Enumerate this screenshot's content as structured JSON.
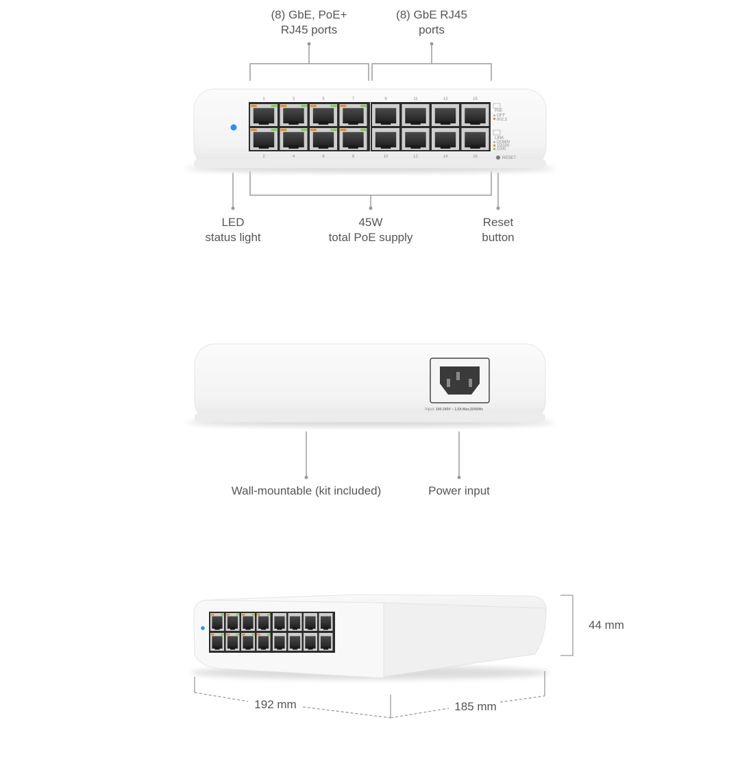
{
  "front": {
    "callouts": {
      "poe_ports": {
        "line1": "(8) GbE, PoE+",
        "line2": "RJ45 ports"
      },
      "gbe_ports": {
        "line1": "(8) GbE RJ45",
        "line2": "ports"
      },
      "led": {
        "line1": "LED",
        "line2": "status light"
      },
      "poe_supply": {
        "line1": "45W",
        "line2": "total PoE supply"
      },
      "reset": {
        "line1": "Reset",
        "line2": "button"
      }
    },
    "port_labels_top": [
      "1",
      "3",
      "5",
      "7",
      "9",
      "11",
      "13",
      "15"
    ],
    "port_labels_bottom": [
      "2",
      "4",
      "6",
      "8",
      "10",
      "12",
      "14",
      "16"
    ],
    "legend": {
      "poe_title": "PoE",
      "poe_off": "OFF",
      "poe_8023": "802.3",
      "link_title": "LINK",
      "link_down": "DOWN",
      "link_10100": "10/100",
      "link_1000": "1000",
      "reset_label": "RESET"
    }
  },
  "back": {
    "input_label_prefix": "Input:",
    "input_label_value": "100-240V ~ 1.5A Max,50/60Hz",
    "callouts": {
      "wall_mount": "Wall-mountable (kit included)",
      "power_input": "Power input"
    }
  },
  "dimensions": {
    "height": "44 mm",
    "width": "192 mm",
    "depth": "185 mm"
  },
  "colors": {
    "led_blue": "#2f8cf0",
    "poe_led_amber": "#f08a1c",
    "link_led_green": "#7fd14a",
    "callout_line": "#9a9a9a"
  }
}
